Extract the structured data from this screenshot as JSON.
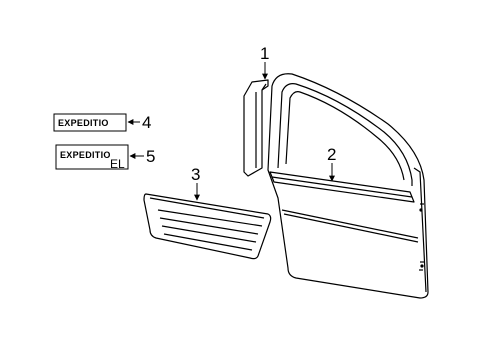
{
  "callouts": {
    "c1": "1",
    "c2": "2",
    "c3": "3",
    "c4": "4",
    "c5": "5"
  },
  "emblems": {
    "badge4_text": "EXPEDITIO",
    "badge5_line1": "EXPEDITIO",
    "badge5_line2": "EL"
  }
}
